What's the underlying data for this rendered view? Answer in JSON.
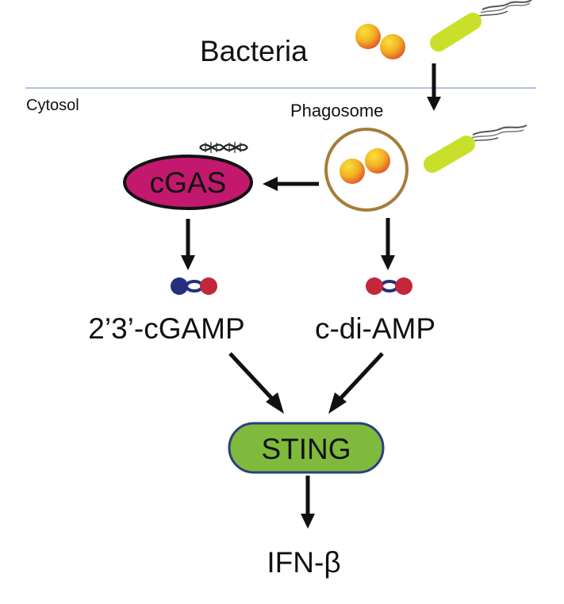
{
  "labels": {
    "bacteria": "Bacteria",
    "cytosol": "Cytosol",
    "phagosome": "Phagosome",
    "cgas": "cGAS",
    "cgamp": "2’3’-cGAMP",
    "cdiamp": "c-di-AMP",
    "sting": "STING",
    "ifn": "IFN-β"
  },
  "colors": {
    "membrane": "#9aa8de",
    "cgas_fill": "#c2186e",
    "sting_fill": "#7fba3c",
    "sting_border": "#2d3f7e",
    "phagosome_ring": "#a57c3c",
    "rod_bacterium": "#c9e02a",
    "coccus_light": "#f6d51c",
    "coccus_dark": "#e1542a",
    "dinucleotide_blue": "#23307e",
    "dinucleotide_red": "#c2283a",
    "arrow": "#111111"
  },
  "icons": [
    "coccus-bacteria-icon",
    "rod-bacterium-icon",
    "dna-icon",
    "dinucleotide-icon"
  ]
}
